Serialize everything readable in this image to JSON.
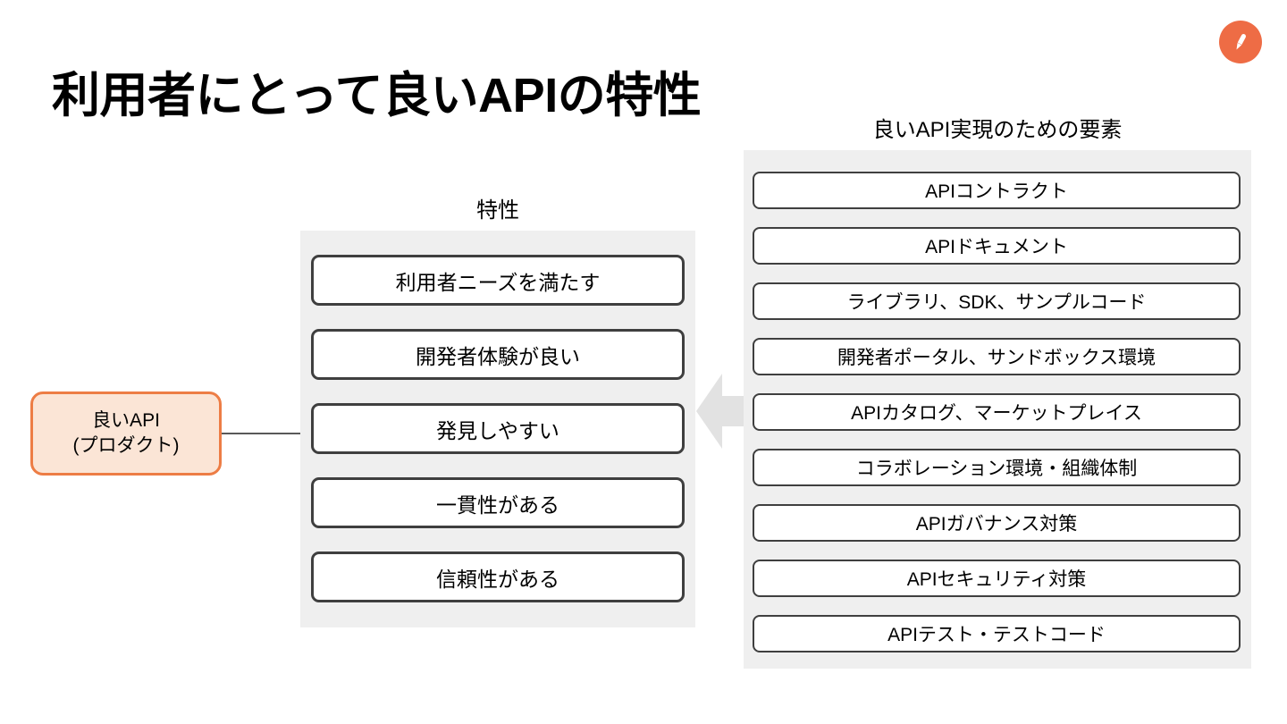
{
  "slide": {
    "title": "利用者にとって良いAPIの特性"
  },
  "logo": {
    "icon": "pen-icon",
    "color": "#EE6C45"
  },
  "source": {
    "line1": "良いAPI",
    "line2": "(プロダクト)",
    "border_color": "#ED7D45",
    "fill_color": "#FBE5D6"
  },
  "characteristics": {
    "heading": "特性",
    "panel_color": "#EFEFEF",
    "items": [
      {
        "label": "利用者ニーズを満たす"
      },
      {
        "label": "開発者体験が良い"
      },
      {
        "label": "発見しやすい"
      },
      {
        "label": "一貫性がある"
      },
      {
        "label": "信頼性がある"
      }
    ]
  },
  "enablers": {
    "heading": "良いAPI実現のための要素",
    "panel_color": "#EFEFEF",
    "items": [
      {
        "label": "APIコントラクト"
      },
      {
        "label": "APIドキュメント"
      },
      {
        "label": "ライブラリ、SDK、サンプルコード"
      },
      {
        "label": "開発者ポータル、サンドボックス環境"
      },
      {
        "label": "APIカタログ、マーケットプレイス"
      },
      {
        "label": "コラボレーション環境・組織体制"
      },
      {
        "label": "APIガバナンス対策"
      },
      {
        "label": "APIセキュリティ対策"
      },
      {
        "label": "APIテスト・テストコード"
      }
    ]
  },
  "arrow": {
    "icon": "arrow-left-icon",
    "direction": "left",
    "color": "#E2E2E2"
  }
}
